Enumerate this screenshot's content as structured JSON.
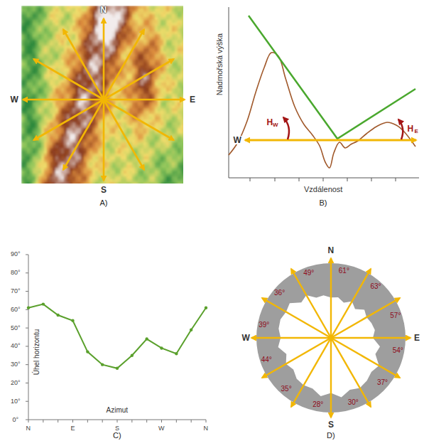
{
  "diagram": {
    "labels": [
      "N",
      "W",
      "E",
      "S",
      "A)",
      "Nadmořská výška",
      "H",
      "W",
      "W",
      "H",
      "E",
      "Vzdálenost",
      "B)",
      "90°",
      "80°",
      "70°",
      "60°",
      "50°",
      "40°",
      "30°",
      "20°",
      "10°",
      "0°",
      "Úhel horizontu",
      "Azimut",
      "N",
      "E",
      "S",
      "W",
      "N",
      "C)",
      "N",
      "61°",
      "63°",
      "57°",
      "54°",
      "E",
      "37°",
      "30°",
      "28°",
      "S",
      "35°",
      "44°",
      "W",
      "39°",
      "36°",
      "49°",
      "D)"
    ]
  }
}
